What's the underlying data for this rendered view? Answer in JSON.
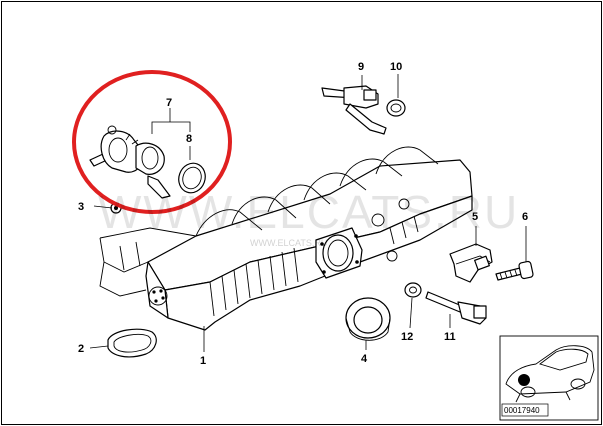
{
  "callouts": {
    "c1": "1",
    "c2": "2",
    "c3": "3",
    "c4": "4",
    "c5": "5",
    "c6": "6",
    "c7": "7",
    "c8": "8",
    "c9": "9",
    "c10": "10",
    "c11": "11",
    "c12": "12"
  },
  "watermark": "WWW.ELCATS.RU",
  "watermark_small": "WWW.ELCATS.RU",
  "diagram_code": "00017940",
  "colors": {
    "highlight_circle": "#e02020",
    "line": "#000000",
    "background": "#ffffff"
  }
}
